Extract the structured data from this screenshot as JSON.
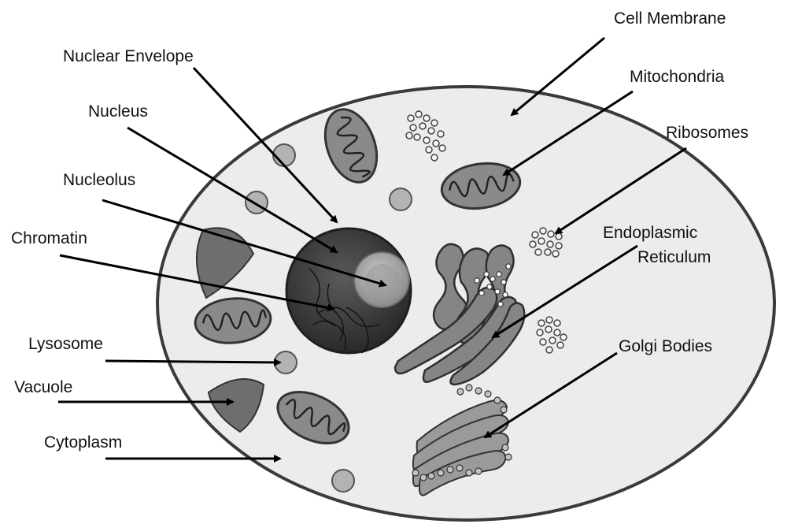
{
  "labels": {
    "cell_membrane": "Cell Membrane",
    "nuclear_envelope": "Nuclear Envelope",
    "mitochondria": "Mitochondria",
    "nucleus": "Nucleus",
    "ribosomes": "Ribosomes",
    "nucleolus": "Nucleolus",
    "endoplasmic_line1": "Endoplasmic",
    "endoplasmic_line2": "Reticulum",
    "chromatin": "Chromatin",
    "lysosome": "Lysosome",
    "golgi_bodies": "Golgi Bodies",
    "vacuole": "Vacuole",
    "cytoplasm": "Cytoplasm"
  },
  "colors": {
    "cytoplasm": "#ececec",
    "membrane": "#3a3a3a",
    "nucleus": "#3b3b3b",
    "nucleolus": "#a8a8a8",
    "organelle": "#8a8a8a",
    "vesicle": "#b3b3b3",
    "vacuole": "#6e6e6e"
  }
}
